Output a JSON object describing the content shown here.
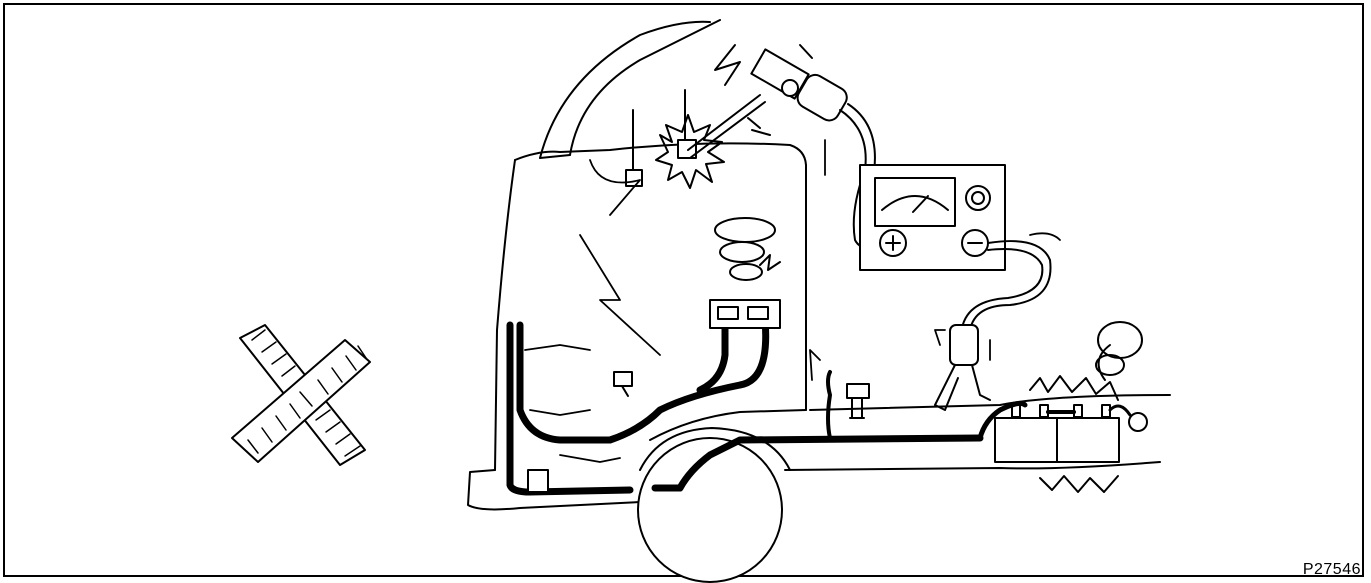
{
  "figure": {
    "code": "P27546",
    "ink_color": "#000000",
    "background_color": "#ffffff",
    "icons": [
      "prohibited-cross-icon",
      "vehicle-cab-outline",
      "arc-welder-machine",
      "welding-torch",
      "engine-computer-ecu",
      "battery-pack",
      "ground-bolt",
      "ground-clamp",
      "wiring-harness",
      "current-flow-arrow",
      "spark-burst"
    ]
  }
}
